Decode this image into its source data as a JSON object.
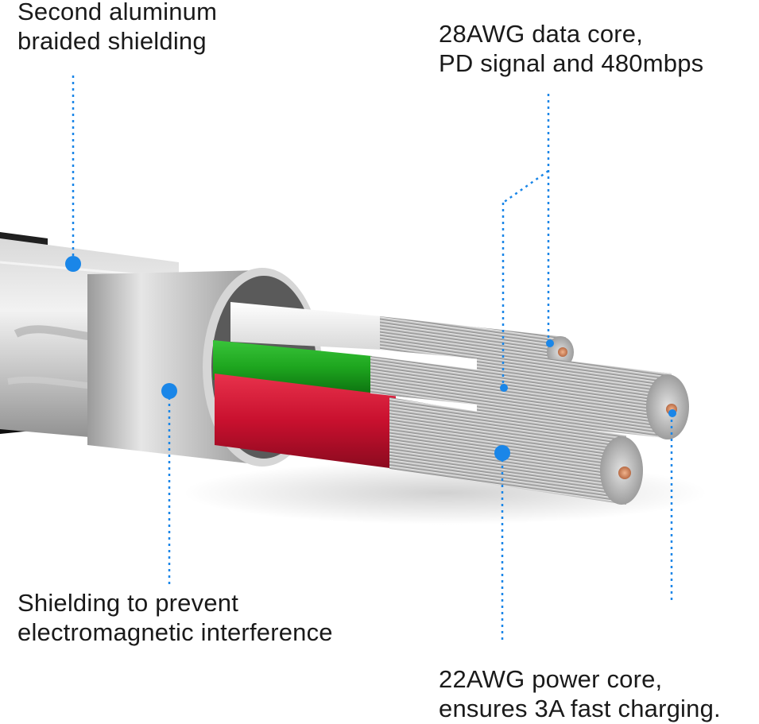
{
  "accent_color": "#1a86e8",
  "callouts": {
    "braided_shielding": {
      "line1": "Second aluminum",
      "line2": "braided shielding"
    },
    "data_core": {
      "line1": "28AWG data core,",
      "line2": "PD signal and 480mbps"
    },
    "emi_shielding": {
      "line1": "Shielding to prevent",
      "line2": "electromagnetic interference"
    },
    "power_core": {
      "line1": "22AWG power core,",
      "line2": "ensures 3A fast charging."
    }
  }
}
